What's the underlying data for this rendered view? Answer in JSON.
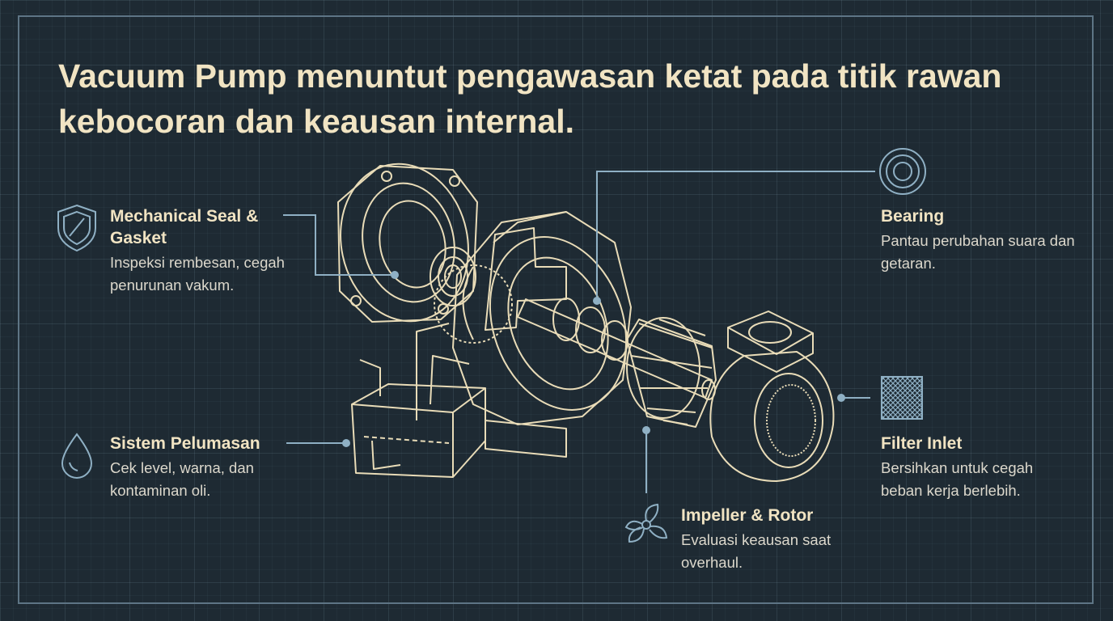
{
  "title": "Vacuum Pump menuntut pengawasan ketat pada titik rawan kebocoran dan keausan internal.",
  "colors": {
    "background": "#1e2a33",
    "heading": "#f1e4c3",
    "line": "#8fb0c4",
    "drawing": "#e9dcb8"
  },
  "callouts": {
    "seal": {
      "icon": "shield-icon",
      "title": "Mechanical Seal & Gasket",
      "desc": "Inspeksi rembesan, cegah penurunan vakum."
    },
    "lube": {
      "icon": "droplet-icon",
      "title": "Sistem Pelumasan",
      "desc": "Cek level, warna, dan kontaminan oli."
    },
    "bearing": {
      "icon": "bearing-icon",
      "title": "Bearing",
      "desc": "Pantau perubahan suara dan getaran."
    },
    "filter": {
      "icon": "mesh-icon",
      "title": "Filter Inlet",
      "desc": "Bersihkan untuk cegah beban kerja berlebih."
    },
    "impeller": {
      "icon": "fan-icon",
      "title": "Impeller & Rotor",
      "desc": "Evaluasi keausan saat overhaul."
    }
  }
}
